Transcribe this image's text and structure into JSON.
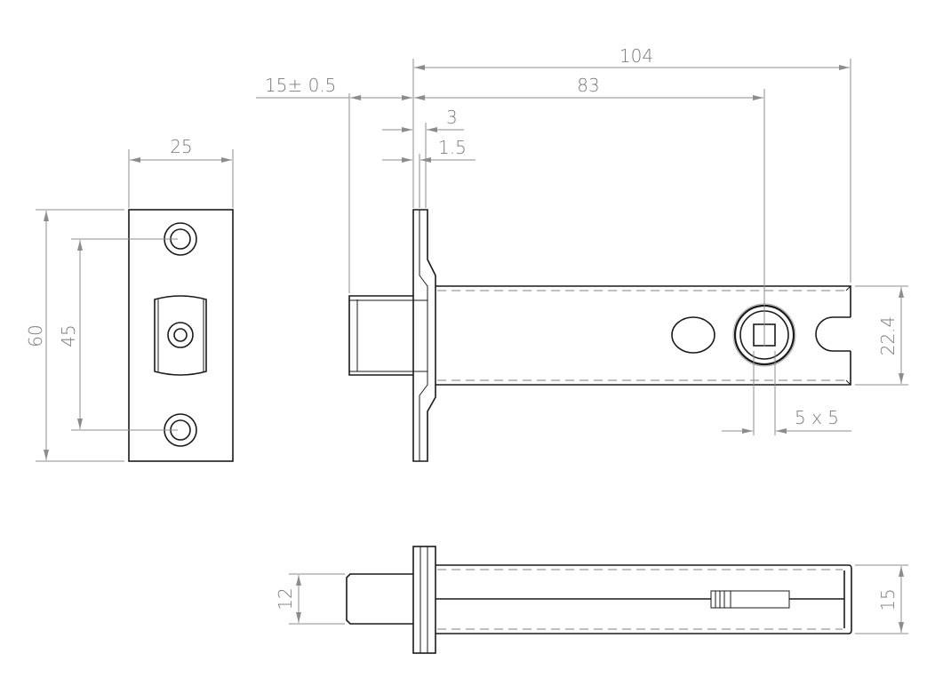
{
  "drawing": {
    "title": "Tubular latch technical drawing",
    "colors": {
      "outline": "#1a1a1a",
      "dimension": "#8c8c8c",
      "text": "#7a7a7a"
    },
    "strike_plate_view": {
      "width_dim": "25",
      "height_dim": "60",
      "hole_spacing_dim": "45"
    },
    "front_view": {
      "overall_length_dim": "104",
      "backset_dim": "83",
      "bolt_projection_dim": "15± 0.5",
      "faceplate_thickness_dim": "3",
      "plate_thickness_dim": "1.5",
      "body_height_dim": "22.4",
      "spindle_dim": "5 x 5"
    },
    "bottom_view": {
      "bolt_thickness_dim": "12",
      "body_thickness_dim": "15"
    }
  }
}
